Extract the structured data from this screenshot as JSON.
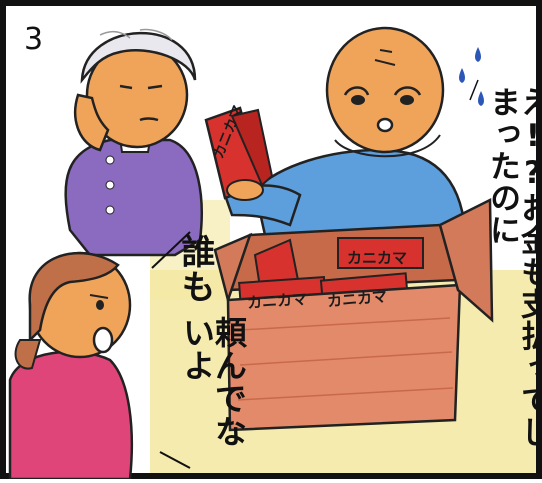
{
  "panel": {
    "number": "3"
  },
  "speech": {
    "old_man": "え!?お金も支払ってしまったのに",
    "woman_line1": "誰も",
    "woman_line2": "頼んでないよ"
  },
  "box_labels": [
    "カニカマ",
    "カニカマ",
    "カニカマ",
    "カニカマ"
  ],
  "icons": [
    "sweat-drop-icon"
  ],
  "colors": {
    "border": "#111111",
    "grandma_sweater": "#8a6bbf",
    "grandpa_shirt": "#5d9fdc",
    "skin": "#f0a45a",
    "box": "#e38a6a",
    "crab_pack": "#d8322f",
    "woman_shirt": "#e0457a",
    "background": "#f3e8a0"
  }
}
